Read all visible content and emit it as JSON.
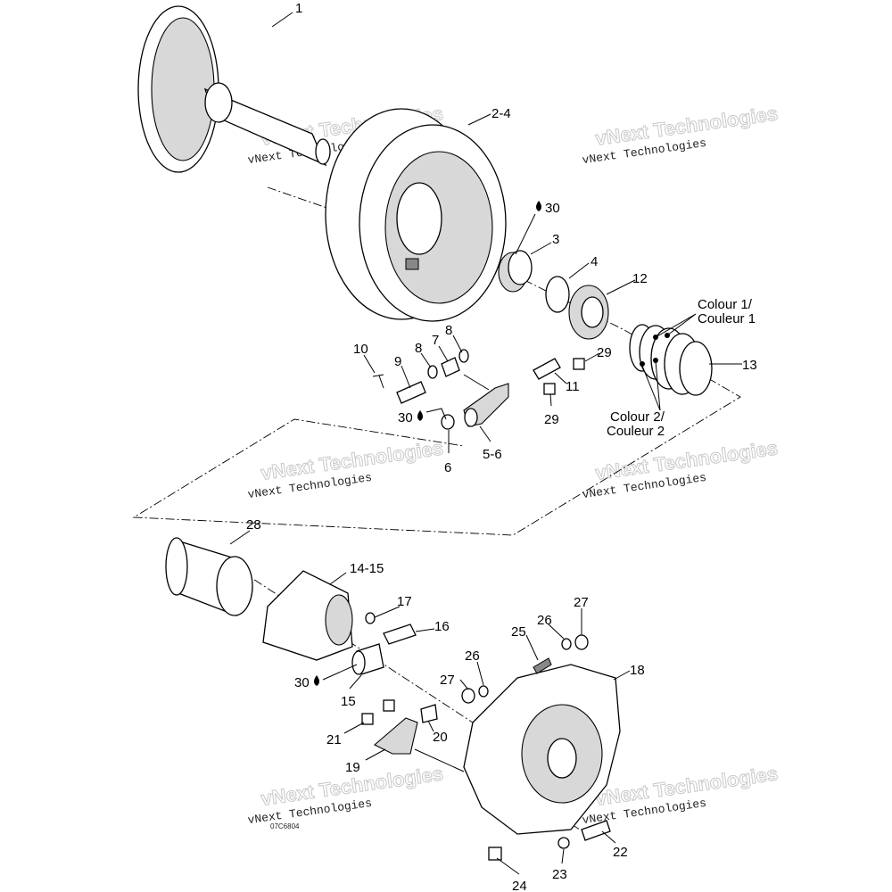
{
  "diagram": {
    "labels": {
      "l1": "1",
      "l2_4": "2-4",
      "l30a": "30",
      "l3": "3",
      "l4": "4",
      "l12": "12",
      "colour1_a": "Colour 1/",
      "colour1_b": "Couleur 1",
      "l13": "13",
      "colour2_a": "Colour 2/",
      "colour2_b": "Couleur 2",
      "l10": "10",
      "l9": "9",
      "l8a": "8",
      "l7": "7",
      "l8b": "8",
      "l29a": "29",
      "l11": "11",
      "l29b": "29",
      "l30b": "30",
      "l6": "6",
      "l5_6": "5-6",
      "l28": "28",
      "l14_15": "14-15",
      "l17": "17",
      "l16": "16",
      "l30c": "30",
      "l15": "15",
      "l27a": "27",
      "l26a": "26",
      "l25": "25",
      "l26b": "26",
      "l27b": "27",
      "l18": "18",
      "l21": "21",
      "l20": "20",
      "l19": "19",
      "l22": "22",
      "l23": "23",
      "l24": "24"
    },
    "lubricant_icon": "oil-drop-icon",
    "watermark": "vNext Technologies",
    "watermark_outline": "Technologies",
    "drawing_code": "07C6804"
  }
}
